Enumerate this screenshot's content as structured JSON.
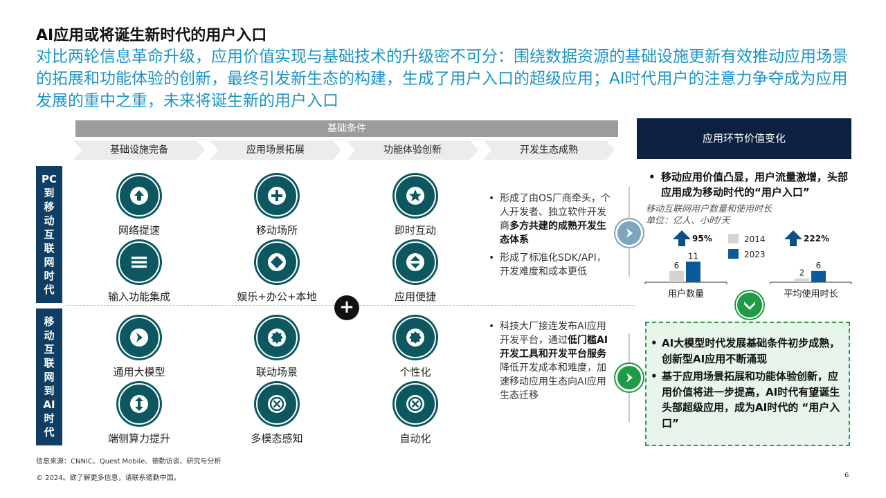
{
  "title": "AI应用或将诞生新时代的用户入口",
  "subtitle": "对比两轮信息革命升级，应用价值实现与基础技术的升级密不可分：围绕数据资源的基础设施更新有效推动应用场景的拓展和功能体验的创新，最终引发新生态的构建，生成了用户入口的超级应用；AI时代用户的注意力争夺成为应用发展的重中之重，未来将诞生新的用户入口",
  "conditions": {
    "header": "基础条件",
    "steps": [
      "基础设施完备",
      "应用场景拓展",
      "功能体验创新",
      "开发生态成熟"
    ]
  },
  "right_header": "应用环节价值变化",
  "rows": [
    {
      "side_label": [
        "PC",
        "到",
        "移",
        "动",
        "互",
        "联",
        "网",
        "时",
        "代"
      ],
      "items": [
        {
          "label": "网络提速",
          "icon": "arrow-up-icon"
        },
        {
          "label": "移动场所",
          "icon": "plus-icon"
        },
        {
          "label": "即时互动",
          "icon": "star-icon"
        },
        {
          "label": "输入功能集成",
          "icon": "menu-icon"
        },
        {
          "label": "娱乐+办公+本地",
          "icon": "diamond-icon"
        },
        {
          "label": "应用便捷",
          "icon": "up-down-icon"
        }
      ],
      "bullets": [
        [
          {
            "t": "形成了由OS厂商牵头，个人开发者、独立软件开发商"
          },
          {
            "t": "多方共建的成熟开发生态体系",
            "b": true
          }
        ],
        [
          {
            "t": "形成了标准化SDK/API，开发难度和成本更低"
          }
        ]
      ]
    },
    {
      "side_label": [
        "移",
        "动",
        "互",
        "联",
        "网",
        "到",
        "AI",
        "时",
        "代"
      ],
      "items": [
        {
          "label": "通用大模型",
          "icon": "chevron-right-icon"
        },
        {
          "label": "联动场景",
          "icon": "badge-icon"
        },
        {
          "label": "个性化",
          "icon": "badge-icon"
        },
        {
          "label": "端侧算力提升",
          "icon": "up-down-arrow-icon"
        },
        {
          "label": "多模态感知",
          "icon": "x-circle-icon"
        },
        {
          "label": "自动化",
          "icon": "x-circle-icon"
        }
      ],
      "bullets": [
        [
          {
            "t": "科技大厂接连发布AI应用开发平台，通过"
          },
          {
            "t": "低门槛AI开发工具和开发平台服务",
            "b": true
          },
          {
            "t": "降低开发成本和难度，加速移动应用生态向AI应用生态迁移"
          }
        ]
      ]
    }
  ],
  "plus_symbol": "+",
  "right_top_bullet": "移动应用价值凸显，用户流量激增，头部应用成为移动时代的“用户入口”",
  "chart_caption": [
    "移动互联网用户数量和使用时长",
    "单位：亿人、小时/天"
  ],
  "chart_data": {
    "type": "bar",
    "categories": [
      "用户数量",
      "平均使用时长"
    ],
    "series": [
      {
        "name": "2014",
        "values": [
          6,
          2
        ],
        "color": "#d4d4d4"
      },
      {
        "name": "2023",
        "values": [
          11,
          6
        ],
        "color": "#0b5a9c"
      }
    ],
    "growth": [
      "95%",
      "222%"
    ],
    "legend": [
      "2014",
      "2023"
    ]
  },
  "green_bullets": [
    "AI大模型时代发展基础条件初步成熟，创新型AI应用不断涌现",
    "基于应用场景拓展和功能体验创新，应用价值将进一步提高，AI时代有望诞生头部超级应用，成为AI时代的 “用户入口”"
  ],
  "footer": {
    "source": "信息来源：CNNIC、Quest Mobile、德勤访谈、研究与分析",
    "copyright": "© 2024。欲了解更多信息，请联系德勤中国。",
    "page": "6"
  },
  "colors": {
    "accent_blue": "#1b95c8",
    "icon_teal": "#0d5860",
    "side_navy": "#0f3d63",
    "header_navy": "#0c2142",
    "green": "#26a046"
  }
}
